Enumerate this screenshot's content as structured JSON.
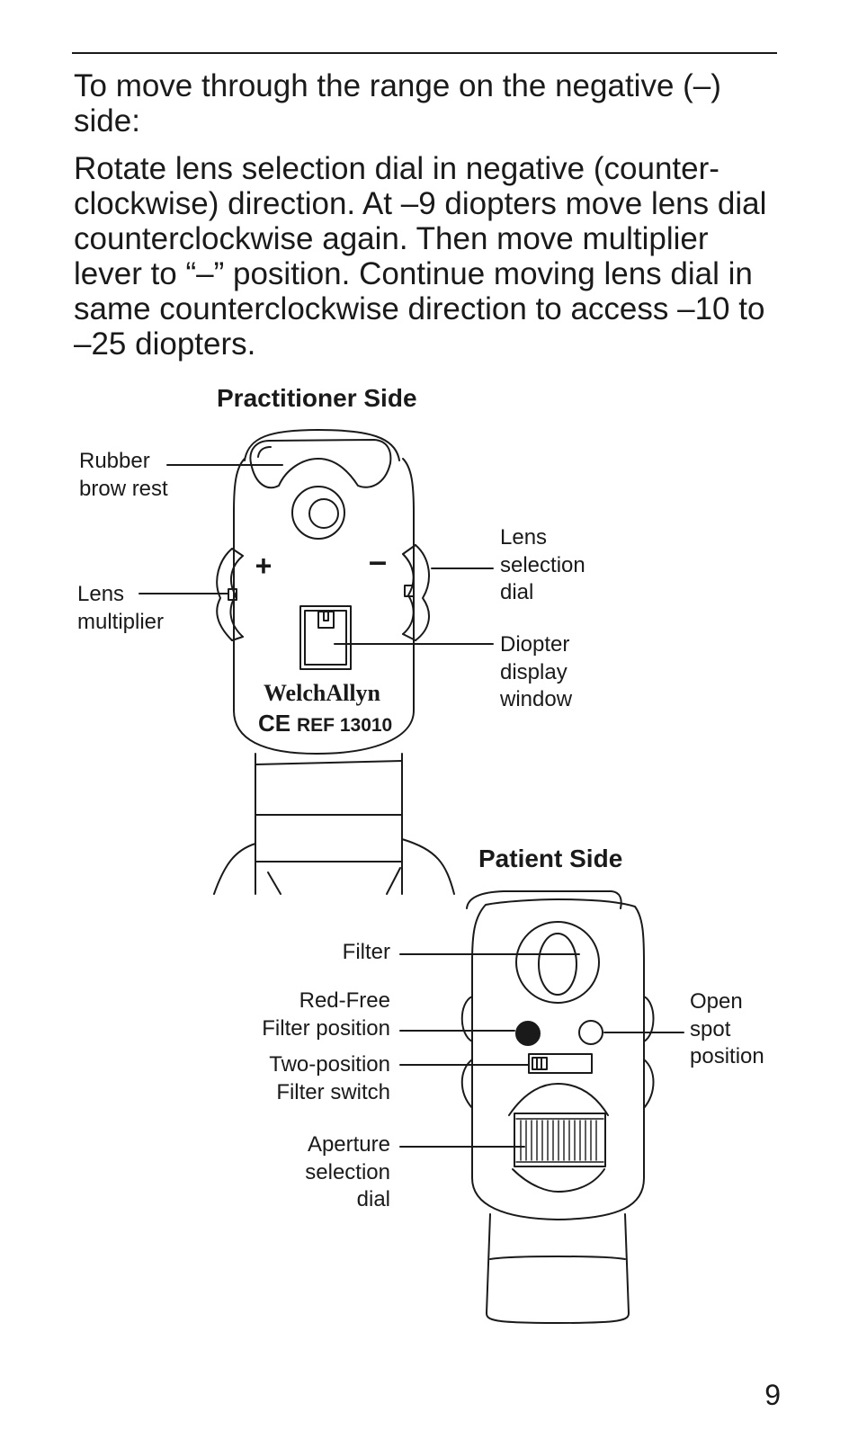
{
  "page": {
    "intro": "To move through the range on the negative (–) side:",
    "instructions": "Rotate lens selection dial in negative (counter-clockwise) direction. At –9 diopters move lens dial counterclockwise again. Then move multiplier lever to “–” position. Continue moving lens dial in same counterclockwise direction to access –10 to –25 diopters.",
    "page_number": "9"
  },
  "practitioner_figure": {
    "title": "Practitioner Side",
    "labels": {
      "brow_rest": "Rubber\nbrow rest",
      "lens_multiplier": "Lens\nmultiplier",
      "lens_dial": "Lens\nselection\ndial",
      "diopter_window": "Diopter\ndisplay\nwindow"
    },
    "device_text": {
      "plus": "+",
      "minus": "–",
      "brand": "WelchAllyn",
      "ce": "CE",
      "ref": "REF 13010"
    }
  },
  "patient_figure": {
    "title": "Patient Side",
    "labels": {
      "filter": "Filter",
      "red_free": "Red-Free\nFilter position",
      "two_position": "Two-position\nFilter switch",
      "aperture": "Aperture\nselection\ndial",
      "open_spot": "Open\nspot\nposition"
    }
  }
}
